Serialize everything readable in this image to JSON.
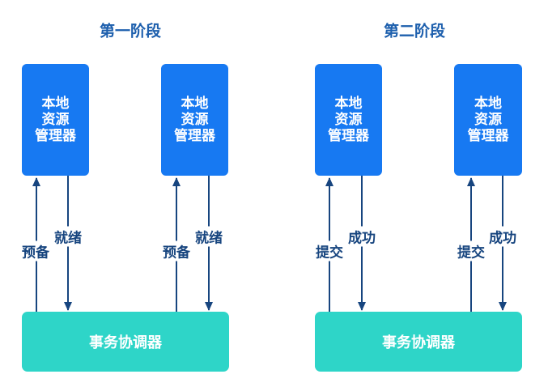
{
  "diagram": {
    "type": "two-phase-commit-flow",
    "phases": [
      {
        "title": "第一阶段",
        "resource_manager": {
          "lines": [
            "本地",
            "资源",
            "管理器"
          ]
        },
        "coordinator": "事务协调器",
        "request_label": "预备",
        "reply_label": "就绪"
      },
      {
        "title": "第二阶段",
        "resource_manager": {
          "lines": [
            "本地",
            "资源",
            "管理器"
          ]
        },
        "coordinator": "事务协调器",
        "request_label": "提交",
        "reply_label": "成功"
      }
    ],
    "colors": {
      "resource_manager_fill": "#1779f2",
      "coordinator_fill": "#2ed5c8",
      "arrow": "#17457f",
      "phase_title_text": "#1d5fad",
      "node_text": "#ffffff",
      "background": "#ffffff"
    }
  }
}
